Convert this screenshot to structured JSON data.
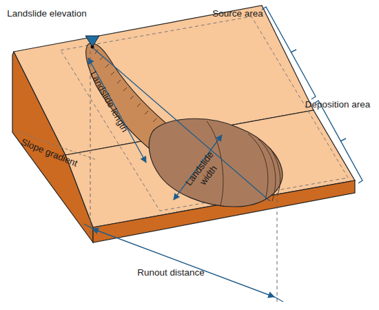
{
  "diagram": {
    "labels": [
      "Landslide elevation",
      "Source area",
      "Deposition area",
      "Landslide length",
      "Slope gradient",
      "Landslide width",
      "Runout distance"
    ]
  }
}
